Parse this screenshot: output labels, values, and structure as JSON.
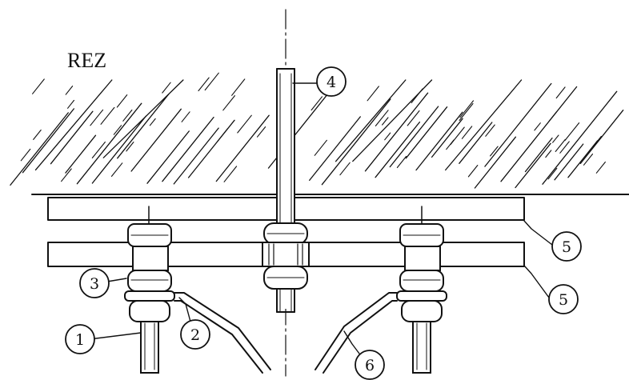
{
  "title": "REZ",
  "callouts": [
    "1",
    "2",
    "3",
    "4",
    "5",
    "5",
    "6"
  ],
  "colors": {
    "ink": "#111111",
    "paper": "#ffffff"
  }
}
